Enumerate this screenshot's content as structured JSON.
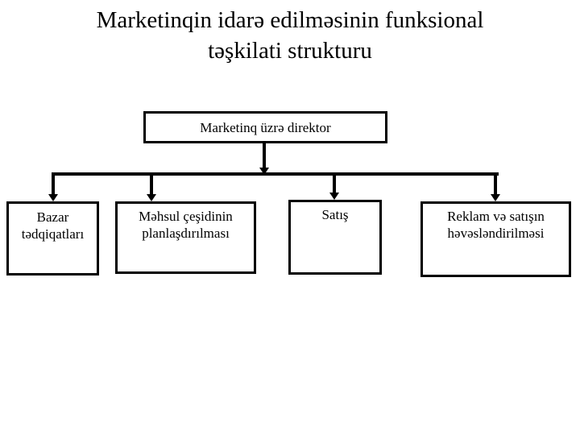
{
  "title": {
    "line1": "Marketinqin idarə edilməsinin funksional",
    "line2": "təşkilati strukturu"
  },
  "diagram": {
    "type": "org-chart",
    "orientation": "top-down",
    "root": {
      "id": "director",
      "label": "Marketinq üzrə direktor"
    },
    "children": [
      {
        "id": "market-research",
        "label_line1": "Bazar",
        "label_line2": "tədqiqatları"
      },
      {
        "id": "assortment-planning",
        "label_line1": "Məhsul çeşidinin",
        "label_line2": "planlaşdırılması"
      },
      {
        "id": "sales",
        "label_line1": "Satış",
        "label_line2": ""
      },
      {
        "id": "advertising",
        "label_line1": "Reklam və satışın",
        "label_line2": "həvəsləndirilməsi"
      }
    ],
    "colors": {
      "background": "#ffffff",
      "box_fill": "#ffffff",
      "box_border": "#000000",
      "connector": "#000000",
      "text": "#000000"
    }
  }
}
